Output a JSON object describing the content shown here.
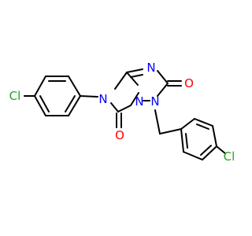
{
  "molecule": {
    "atoms": {
      "cl_left": "Cl",
      "cl_right": "Cl",
      "n_pyrrolidine": "N",
      "n_bridge": "N",
      "n_triazole_top": "N",
      "n_triazole_right": "N",
      "o_top": "O",
      "o_bottom": "O"
    },
    "colors": {
      "bond": "#000000",
      "chlorine": "#1fa51f",
      "nitrogen": "#0000ff",
      "oxygen": "#ff0000"
    }
  }
}
